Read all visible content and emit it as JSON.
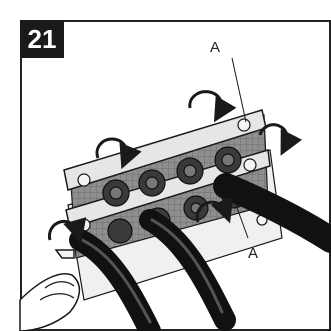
{
  "step_number": "21",
  "callouts": {
    "top": "A",
    "bottom": "A"
  },
  "colors": {
    "frame": "#222222",
    "plate": "#dcdcdc",
    "grommet_bg": "#9a9a9a",
    "cable": "#111111",
    "line": "#1a1a1a"
  },
  "icons": [
    "rotation-arrow-icon",
    "hex-key-icon"
  ]
}
